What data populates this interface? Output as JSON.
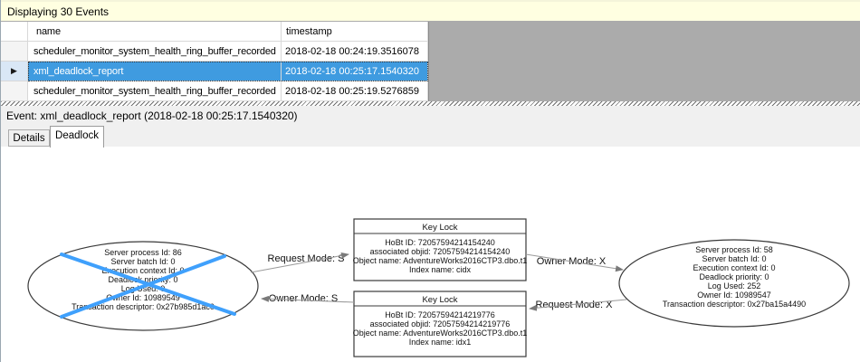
{
  "info_bar": {
    "title": "Displaying 30 Events"
  },
  "events_grid": {
    "columns": [
      {
        "label": "name"
      },
      {
        "label": "timestamp"
      }
    ],
    "rows": [
      {
        "name": "scheduler_monitor_system_health_ring_buffer_recorded",
        "timestamp": "2018-02-18 00:24:19.3516078",
        "selected": false
      },
      {
        "name": "xml_deadlock_report",
        "timestamp": "2018-02-18 00:25:17.1540320",
        "selected": true
      },
      {
        "name": "scheduler_monitor_system_health_ring_buffer_recorded",
        "timestamp": "2018-02-18 00:25:19.5276859",
        "selected": false
      }
    ]
  },
  "event_bar": {
    "label": "Event: xml_deadlock_report (2018-02-18 00:25:17.1540320)"
  },
  "tabs": [
    {
      "label": "Details",
      "active": false
    },
    {
      "label": "Deadlock",
      "active": true
    }
  ],
  "deadlock_graph": {
    "processes": [
      {
        "role": "victim",
        "lines": [
          "Server process Id: 86",
          "Server batch Id: 0",
          "Execution context Id: 0",
          "Deadlock priority: 0",
          "Log Used: 0",
          "Owner Id: 10989549",
          "Transaction descriptor: 0x27b985d1ac0"
        ]
      },
      {
        "role": "survivor",
        "lines": [
          "Server process Id: 58",
          "Server batch Id: 0",
          "Execution context Id: 0",
          "Deadlock priority: 0",
          "Log Used: 252",
          "Owner Id: 10989547",
          "Transaction descriptor: 0x27ba15a4490"
        ]
      }
    ],
    "resources": [
      {
        "title": "Key Lock",
        "lines": [
          "HoBt ID: 72057594214154240",
          "associated objid: 72057594214154240",
          "Object name: AdventureWorks2016CTP3.dbo.t1",
          "Index name: cidx"
        ]
      },
      {
        "title": "Key Lock",
        "lines": [
          "HoBt ID: 72057594214219776",
          "associated objid: 72057594214219776",
          "Object name: AdventureWorks2016CTP3.dbo.t1",
          "Index name: idx1"
        ]
      }
    ],
    "edges": [
      {
        "label": "Request Mode: S"
      },
      {
        "label": "Owner Mode: S"
      },
      {
        "label": "Owner Mode: X"
      },
      {
        "label": "Request Mode: X"
      }
    ]
  },
  "icons": {
    "selected_row_marker": "▶"
  },
  "colors": {
    "selection": "#3F9BE0",
    "victim_cross": "#3FA0FC",
    "info_bar_bg": "#FFFFE1",
    "dead_area": "#ABABAB",
    "panel_bg": "#F0F0F0"
  }
}
